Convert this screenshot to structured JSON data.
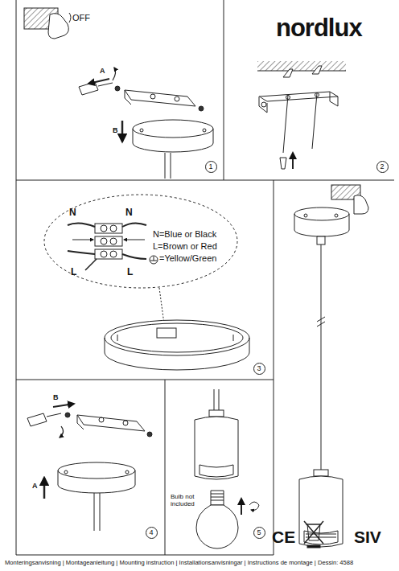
{
  "diagram": {
    "nodes": [
      {
        "text": [
          "1"
        ]
      },
      {
        "text": [
          "2"
        ]
      },
      {
        "text": [
          "3"
        ]
      },
      {
        "text": [
          "4"
        ]
      },
      {
        "text": [
          "5"
        ]
      }
    ],
    "labels": [
      "nordlux",
      "OFF",
      "A",
      "B",
      "N",
      "N",
      "N=Blue or Black",
      "L=Brown or Red",
      "=Yellow/Green",
      "L",
      "L",
      "B",
      "A",
      "Bulb not included",
      "CE",
      "SIV",
      "Monteringsanvisning | Montageanleitung | Mounting instruction | Installationsanvisningar | Instructions de montage | Dessin: 4588"
    ]
  }
}
